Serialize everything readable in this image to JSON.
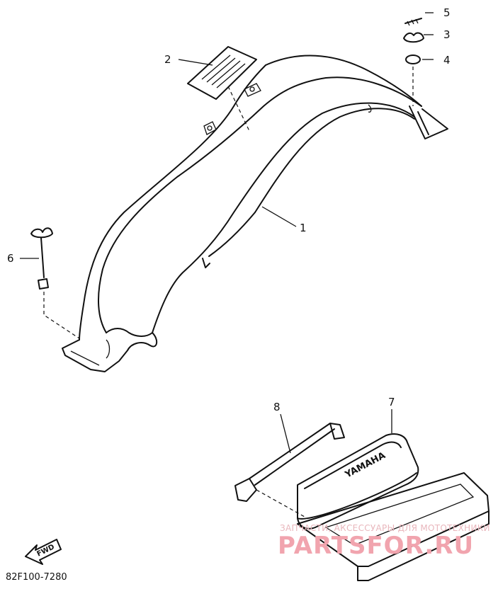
{
  "callouts": {
    "c1": "1",
    "c2": "2",
    "c3": "3",
    "c4": "4",
    "c5": "5",
    "c6": "6",
    "c7": "7",
    "c8": "8"
  },
  "diagram_code": "82F100-7280",
  "fwd_label": "FWD",
  "cover_text": "YAMAHA",
  "watermark": {
    "top": "ЗАПЧАСТИ, АКСЕССУАРЫ ДЛЯ МОТОТЕХНИКИ",
    "brand": "PARTSFOR.RU"
  },
  "colors": {
    "line": "#111111",
    "watermark": "#f1a4ae"
  }
}
